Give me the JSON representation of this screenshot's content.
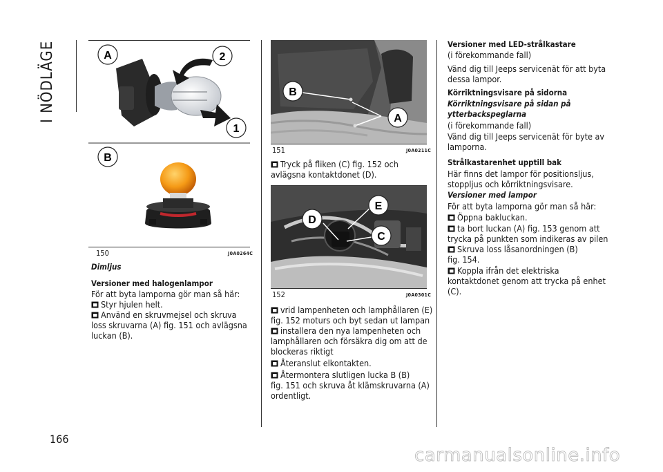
{
  "side_title": "I NÖDLÄGE",
  "page_number": "166",
  "fig150": {
    "num": "150",
    "code": "J0A0264C",
    "label_a": "A",
    "label_b": "B",
    "label_1": "1",
    "label_2": "2"
  },
  "fig151": {
    "num": "151",
    "code": "J0A0211C",
    "label_a": "A",
    "label_b": "B"
  },
  "fig152": {
    "num": "152",
    "code": "J0A0301C",
    "label_c": "C",
    "label_d": "D",
    "label_e": "E"
  },
  "col1": {
    "heading_italic": "Dimljus",
    "heading": "Versioner med halogenlampor",
    "intro": "För att byta lamporna gör man så här:",
    "b1": "Styr hjulen helt.",
    "b2_l1": "Använd en skruvmejsel och skruva",
    "b2_l2": "loss skruvarna (A) fig. 151 och avlägsna",
    "b2_l3": "luckan (B)."
  },
  "col2": {
    "b1_l1": "Tryck på fliken (C) fig. 152 och",
    "b1_l2": "avlägsna kontaktdonet (D).",
    "b2_l1": "vrid lampenheten och lamphållaren (E)",
    "b2_l2": "fig. 152 moturs och byt sedan ut lampan",
    "b3_l1": "installera den nya lampenheten och",
    "b3_l2": "lamphållaren och försäkra dig om att de",
    "b3_l3": "blockeras riktigt",
    "b4": "Återanslut elkontakten.",
    "b5_l1": "Återmontera slutligen lucka B (B)",
    "b5_l2": "fig. 151 och skruva åt klämskruvarna (A)",
    "b5_l3": "ordentligt."
  },
  "col3": {
    "h1": "Versioner med LED-strålkastare",
    "h1_note": "(i förekommande fall)",
    "p1_l1": "Vänd dig till Jeeps servicenät för att byta",
    "p1_l2": "dessa lampor.",
    "h2": "Körriktningsvisare på sidorna",
    "h3_l1": "Körriktningsvisare på sidan på",
    "h3_l2": "ytterbackspeglarna",
    "h3_note": "(i förekommande fall)",
    "p2_l1": "Vänd dig till Jeeps servicenät för byte av",
    "p2_l2": "lamporna.",
    "h4": "Strålkastarenhet upptill bak",
    "p3_l1": "Här finns det lampor för positionsljus,",
    "p3_l2": "stoppljus och körriktningsvisare.",
    "h5": "Versioner med lampor",
    "p4": "För att byta lamporna gör man så här:",
    "b1": "Öppna bakluckan.",
    "b2_l1": "ta bort luckan (A) fig. 153 genom att",
    "b2_l2": "trycka på punkten som indikeras av pilen",
    "b3_l1": "Skruva loss låsanordningen (B)",
    "b3_l2": "fig. 154.",
    "b4_l1": "Koppla ifrån det elektriska",
    "b4_l2": "kontaktdonet genom att trycka på enhet",
    "b4_l3": "(C)."
  },
  "watermark": "carmanualsonline.info"
}
